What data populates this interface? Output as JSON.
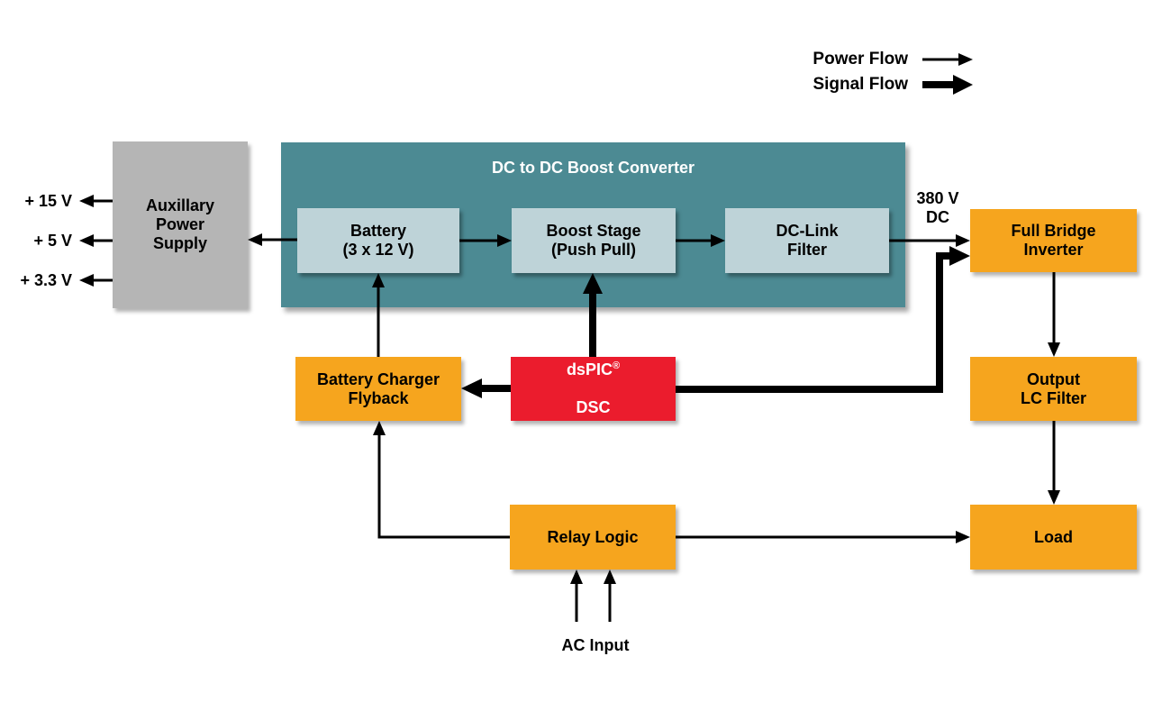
{
  "palette": {
    "background": "#FFFFFF",
    "teal_panel": "#4C8A93",
    "inner_box": "#BED3D8",
    "orange_box": "#F6A51E",
    "red_box": "#EB1C2D",
    "gray_box": "#B5B5B5",
    "wire_black": "#000000",
    "panel_title_text": "#FFFFFF",
    "label_text": "#000000"
  },
  "legend": {
    "power_flow": "Power Flow",
    "signal_flow": "Signal Flow"
  },
  "outputs": [
    {
      "label": "+ 15 V"
    },
    {
      "label": "+ 5 V"
    },
    {
      "label": "+ 3.3 V"
    }
  ],
  "blocks": {
    "aux_power_supply": "Auxillary\nPower\nSupply",
    "boost_converter_panel": "DC to DC Boost Converter",
    "battery": "Battery\n(3 x 12 V)",
    "boost_stage": "Boost Stage\n(Push Pull)",
    "dc_link_filter": "DC-Link\nFilter",
    "full_bridge_inverter": "Full Bridge\nInverter",
    "battery_charger": "Battery Charger\nFlyback",
    "dspic": {
      "name": "dsPIC",
      "reg": "®",
      "line2": "DSC"
    },
    "output_lc_filter": "Output\nLC Filter",
    "relay_logic": "Relay Logic",
    "load": "Load"
  },
  "annotations": {
    "dc_bus": "380 V\nDC",
    "ac_input": "AC Input"
  },
  "connections": [
    {
      "from": "battery",
      "to": "boost_stage",
      "type": "power"
    },
    {
      "from": "boost_stage",
      "to": "dc_link_filter",
      "type": "power"
    },
    {
      "from": "dc_link_filter",
      "to": "full_bridge_inverter",
      "type": "power",
      "label": "380 V DC"
    },
    {
      "from": "battery",
      "to": "aux_power_supply",
      "type": "power"
    },
    {
      "from": "aux_power_supply",
      "to": "+ 15 V",
      "type": "power"
    },
    {
      "from": "aux_power_supply",
      "to": "+ 5 V",
      "type": "power"
    },
    {
      "from": "aux_power_supply",
      "to": "+ 3.3 V",
      "type": "power"
    },
    {
      "from": "battery_charger",
      "to": "battery",
      "type": "power"
    },
    {
      "from": "full_bridge_inverter",
      "to": "output_lc_filter",
      "type": "power"
    },
    {
      "from": "output_lc_filter",
      "to": "load",
      "type": "power"
    },
    {
      "from": "relay_logic",
      "to": "battery_charger",
      "type": "power"
    },
    {
      "from": "relay_logic",
      "to": "load",
      "type": "power"
    },
    {
      "from": "ac_input",
      "to": "relay_logic",
      "type": "power"
    },
    {
      "from": "dspic",
      "to": "boost_stage",
      "type": "signal"
    },
    {
      "from": "dspic",
      "to": "battery_charger",
      "type": "signal"
    },
    {
      "from": "dspic",
      "to": "full_bridge_inverter",
      "type": "signal"
    }
  ]
}
